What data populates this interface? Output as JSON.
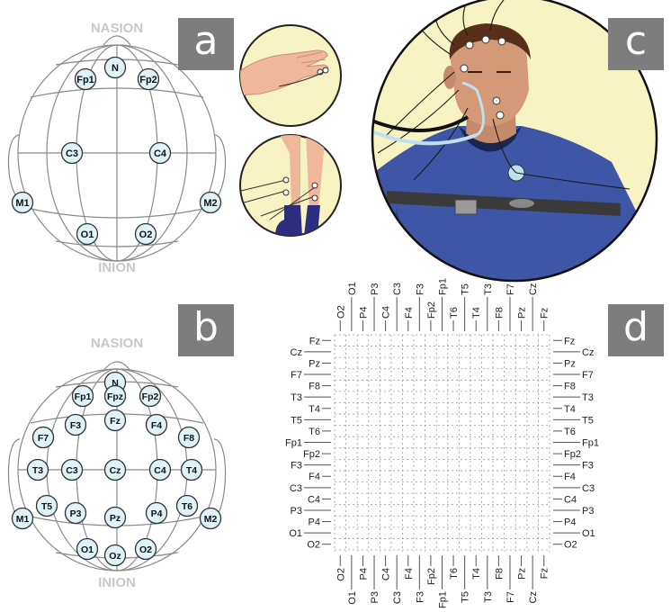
{
  "panels": [
    {
      "id": "a",
      "label": "a"
    },
    {
      "id": "b",
      "label": "b"
    },
    {
      "id": "c",
      "label": "c"
    },
    {
      "id": "d",
      "label": "d"
    }
  ],
  "head_a": {
    "top_label": "NASION",
    "bottom_label": "INION",
    "electrodes": [
      "N",
      "Fp1",
      "Fp2",
      "C3",
      "C4",
      "M1",
      "M2",
      "O1",
      "O2"
    ]
  },
  "head_b": {
    "top_label": "NASION",
    "bottom_label": "INION",
    "electrodes": [
      "N",
      "Fp1",
      "Fpz",
      "Fp2",
      "F7",
      "F3",
      "Fz",
      "F4",
      "F8",
      "T3",
      "C3",
      "Cz",
      "C4",
      "T4",
      "T5",
      "P3",
      "Pz",
      "P4",
      "T6",
      "M1",
      "M2",
      "O1",
      "Oz",
      "O2"
    ]
  },
  "matrix_d": {
    "top_outer": [
      "O1",
      "P3",
      "C3",
      "F3",
      "Fp1",
      "T5",
      "T3",
      "F7",
      "Cz"
    ],
    "top_inner": [
      "O2",
      "P4",
      "C4",
      "F4",
      "Fp2",
      "T6",
      "T4",
      "F8",
      "Pz",
      "Fz"
    ],
    "bottom_inner": [
      "O2",
      "P4",
      "C4",
      "F4",
      "Fp2",
      "T6",
      "T4",
      "F8",
      "Pz",
      "Fz"
    ],
    "bottom_outer": [
      "O1",
      "P3",
      "C3",
      "F3",
      "Fp1",
      "T5",
      "T3",
      "F7",
      "Cz"
    ],
    "left_inner": [
      "Fz",
      "Pz",
      "F8",
      "T4",
      "T6",
      "Fp2",
      "F4",
      "C4",
      "P4",
      "O2"
    ],
    "left_outer": [
      "Cz",
      "F7",
      "T3",
      "T5",
      "Fp1",
      "F3",
      "C3",
      "P3",
      "O1"
    ],
    "right_inner": [
      "Fz",
      "Pz",
      "F8",
      "T4",
      "T6",
      "Fp2",
      "F4",
      "C4",
      "P4",
      "O2"
    ],
    "right_outer": [
      "Cz",
      "F7",
      "T3",
      "T5",
      "Fp1",
      "F3",
      "C3",
      "P3",
      "O1"
    ]
  },
  "colors": {
    "electrode_fill": "#dff3f8",
    "badge": "#7d7d7d",
    "circle_bg": "#f7f3c2",
    "shirt": "#3d56a6"
  }
}
